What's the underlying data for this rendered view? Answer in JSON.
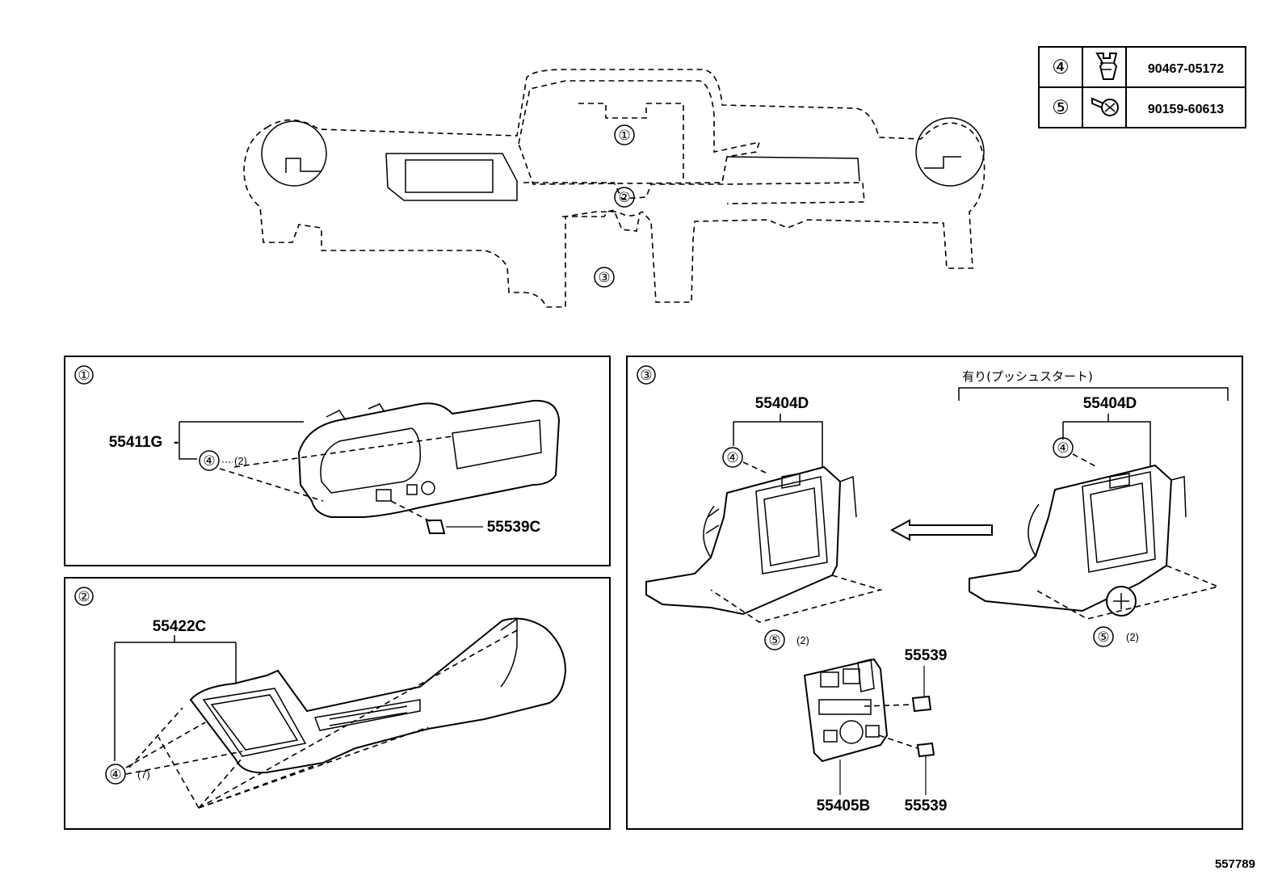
{
  "fastener_table": {
    "rows": [
      {
        "ref": "④",
        "icon": "clip-icon",
        "part_no": "90467-05172"
      },
      {
        "ref": "⑤",
        "icon": "screw-icon",
        "part_no": "90159-60613"
      }
    ]
  },
  "overview": {
    "callouts": [
      "①",
      "②",
      "③"
    ]
  },
  "panel1": {
    "label": "①",
    "main_part": "55411G",
    "clip_ref": "④",
    "clip_qty": "(2)",
    "switch_part": "55539C"
  },
  "panel2": {
    "label": "②",
    "main_part": "55422C",
    "clip_ref": "④",
    "clip_qty": "(7)"
  },
  "panel3": {
    "label": "③",
    "note": "有り(プッシュスタート)",
    "left_part": "55404D",
    "right_part": "55404D",
    "clip_ref_left": "④",
    "clip_ref_right": "④",
    "screw_ref_left": "⑤",
    "screw_ref_right": "⑤",
    "screw_qty_left": "(2)",
    "screw_qty_right": "(2)",
    "bezel_part": "55405B",
    "switch_top": "55539",
    "switch_bottom": "55539"
  },
  "footer": {
    "diagram_id": "557789"
  }
}
